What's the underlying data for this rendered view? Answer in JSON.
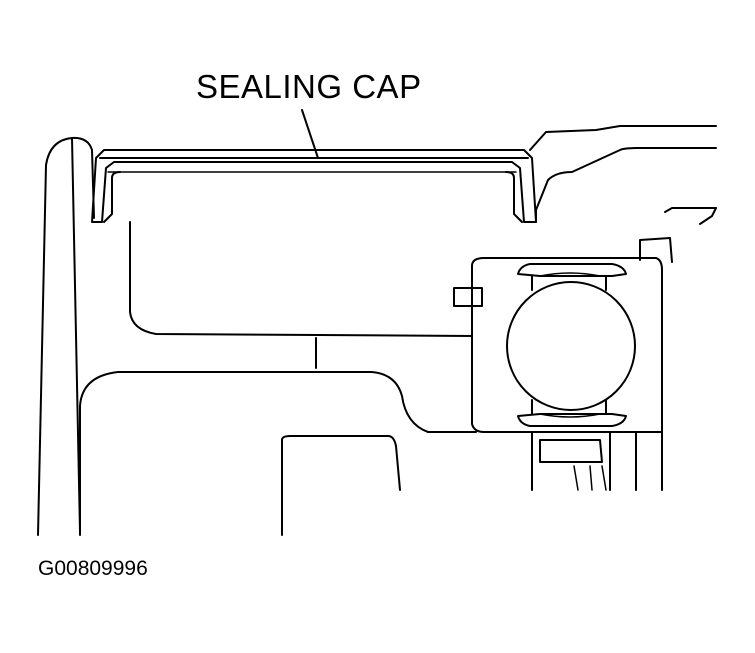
{
  "diagram": {
    "callout_label": "SEALING CAP",
    "figure_id": "G00809996",
    "colors": {
      "line": "#000000",
      "background": "#ffffff"
    },
    "parts": [
      "sealing-cap",
      "housing",
      "bearing-ball",
      "bearing-cage",
      "shaft-block"
    ]
  }
}
